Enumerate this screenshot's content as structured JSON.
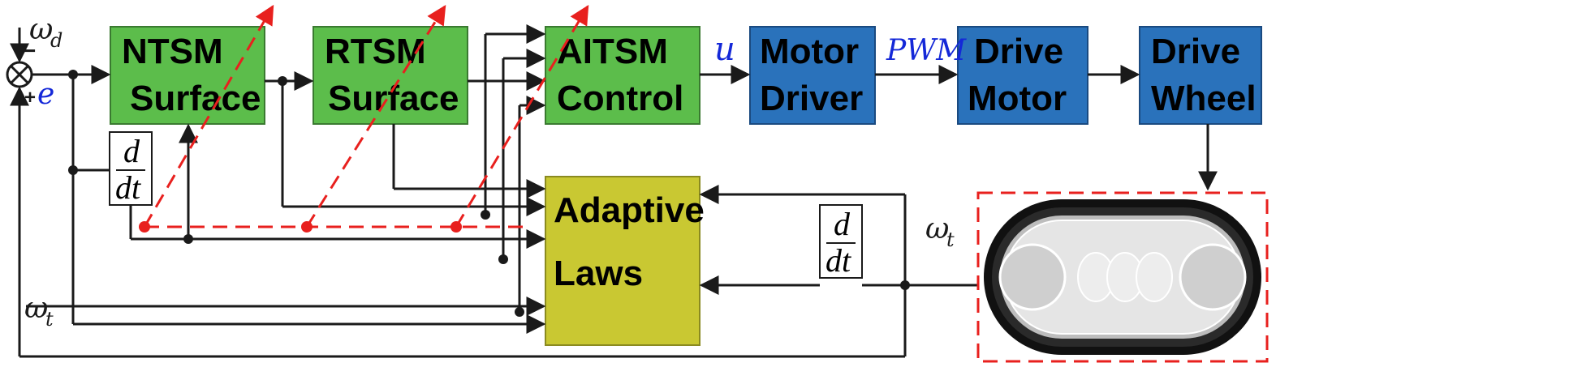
{
  "blocks": {
    "ntsm": {
      "line1": "NTSM",
      "line2": "Surface",
      "fill": "#5cbd4b"
    },
    "rtsm": {
      "line1": "RTSM",
      "line2": "Surface",
      "fill": "#5cbd4b"
    },
    "aitsm": {
      "line1": "AITSM",
      "line2": "Control",
      "fill": "#5cbd4b"
    },
    "motor_driver": {
      "line1": "Motor",
      "line2": "Driver",
      "fill": "#2a72bb"
    },
    "drive_motor": {
      "line1": "Drive",
      "line2": "Motor",
      "fill": "#2a72bb"
    },
    "drive_wheel": {
      "line1": "Drive",
      "line2": "Wheel",
      "fill": "#2a72bb"
    },
    "adaptive": {
      "line1": "Adaptive",
      "line2": "Laws",
      "fill": "#c9c832"
    }
  },
  "derivative": {
    "numerator": "d",
    "denominator": "dt"
  },
  "signals": {
    "omega_d": "ω",
    "omega_d_sub": "d",
    "minus": "−",
    "plus": "+",
    "error": "e",
    "control_u": "u",
    "pwm": "PWM",
    "omega_t": "ω",
    "omega_t_sub": "t"
  },
  "colors": {
    "line": "#1a1a1a",
    "dashed": "#e8201e",
    "signal_blue": "#1428d8",
    "wheel": "#d9d9d9"
  }
}
